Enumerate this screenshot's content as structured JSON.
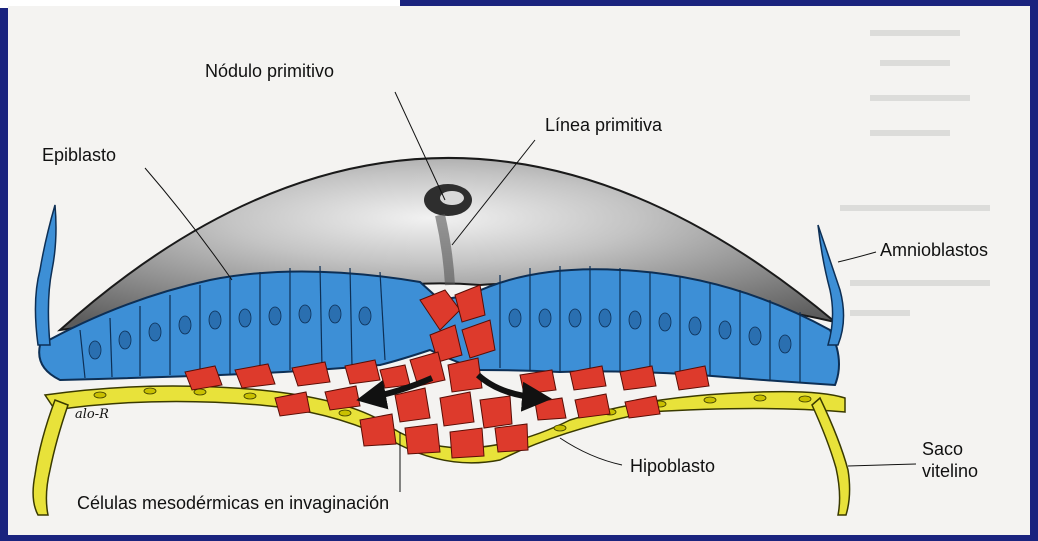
{
  "labels": {
    "nodulo_primitivo": "Nódulo primitivo",
    "linea_primitiva": "Línea primitiva",
    "epiblasto": "Epiblasto",
    "amnioblastos": "Amnioblastos",
    "saco_vitelino_1": "Saco",
    "saco_vitelino_2": "vitelino",
    "hipoblasto": "Hipoblasto",
    "celulas_mesodermicas": "Células mesodérmicas en invaginación"
  },
  "signature": "alo-R",
  "colors": {
    "epiblast": "#3d8fd6",
    "hypoblast": "#e8e23a",
    "mesoderm": "#dd3a2c",
    "amniotic_cavity": "#6e6e6e",
    "frame": "#1a237e"
  }
}
